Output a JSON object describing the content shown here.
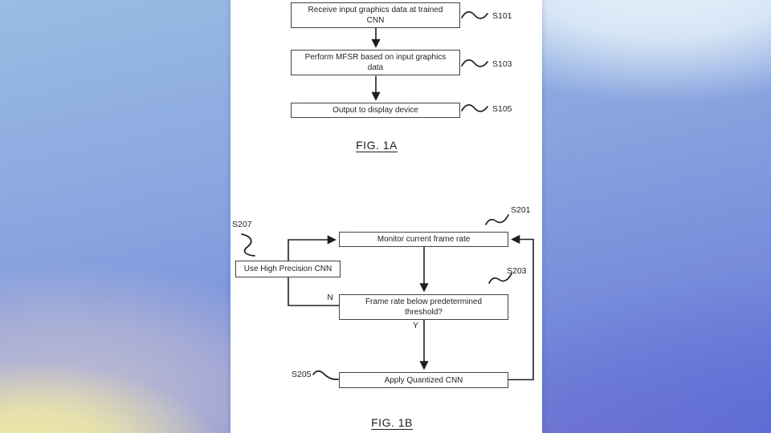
{
  "figures": {
    "fig1a": {
      "caption": "FIG. 1A",
      "boxes": [
        {
          "label": "Receive input graphics data at trained CNN",
          "step": "S101"
        },
        {
          "label": "Perform MFSR based on input graphics data",
          "step": "S103"
        },
        {
          "label": "Output to display device",
          "step": "S105"
        }
      ]
    },
    "fig1b": {
      "caption": "FIG. 1B",
      "nodes": {
        "monitor": {
          "label": "Monitor current frame rate",
          "step": "S201"
        },
        "threshold": {
          "label": "Frame rate below predetermined threshold?",
          "step": "S203"
        },
        "apply_quantized": {
          "label": "Apply Quantized CNN",
          "step": "S205"
        },
        "high_precision": {
          "label": "Use High Precision CNN",
          "step": "S207"
        }
      },
      "branch_labels": {
        "no": "N",
        "yes": "Y"
      }
    }
  },
  "colors": {
    "page_background": "#ffffff",
    "ink": "#1c1c1c",
    "box_border": "#404040",
    "bg_sky_blue": "#94bae2",
    "bg_periwinkle": "#7f9ade",
    "bg_indigo": "#5463d2",
    "bg_light_glow": "#ebf4fb",
    "bg_yellow_glow": "#f2eb9e",
    "bg_lavender": "#c6bfce"
  }
}
